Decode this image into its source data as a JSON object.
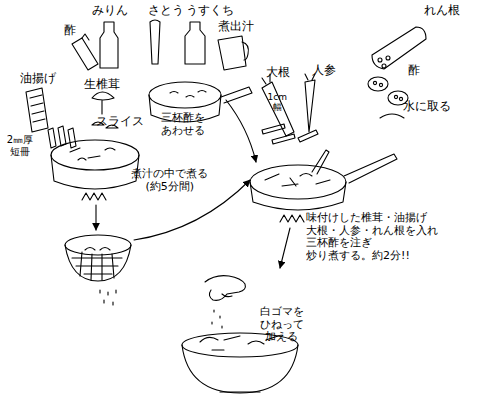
{
  "diagram": {
    "labels": [
      "みりん",
      "さとう",
      "うすくち",
      "酢",
      "煮出汁",
      "油揚げ",
      "生椎茸",
      "スライス",
      "2㎜厚 短冊",
      "三杯酢を あわせる",
      "大根",
      "人参",
      "1cm 幅",
      "れん根",
      "酢",
      "水に取る",
      "煮汁の中で煮る (約5分間)",
      "味付けした椎茸・油揚げ 大根・人参・れん根を入れ 三杯酢を注ぎ 炒り煮する。約2分!!",
      "白ゴマを ひねって 加える"
    ]
  }
}
